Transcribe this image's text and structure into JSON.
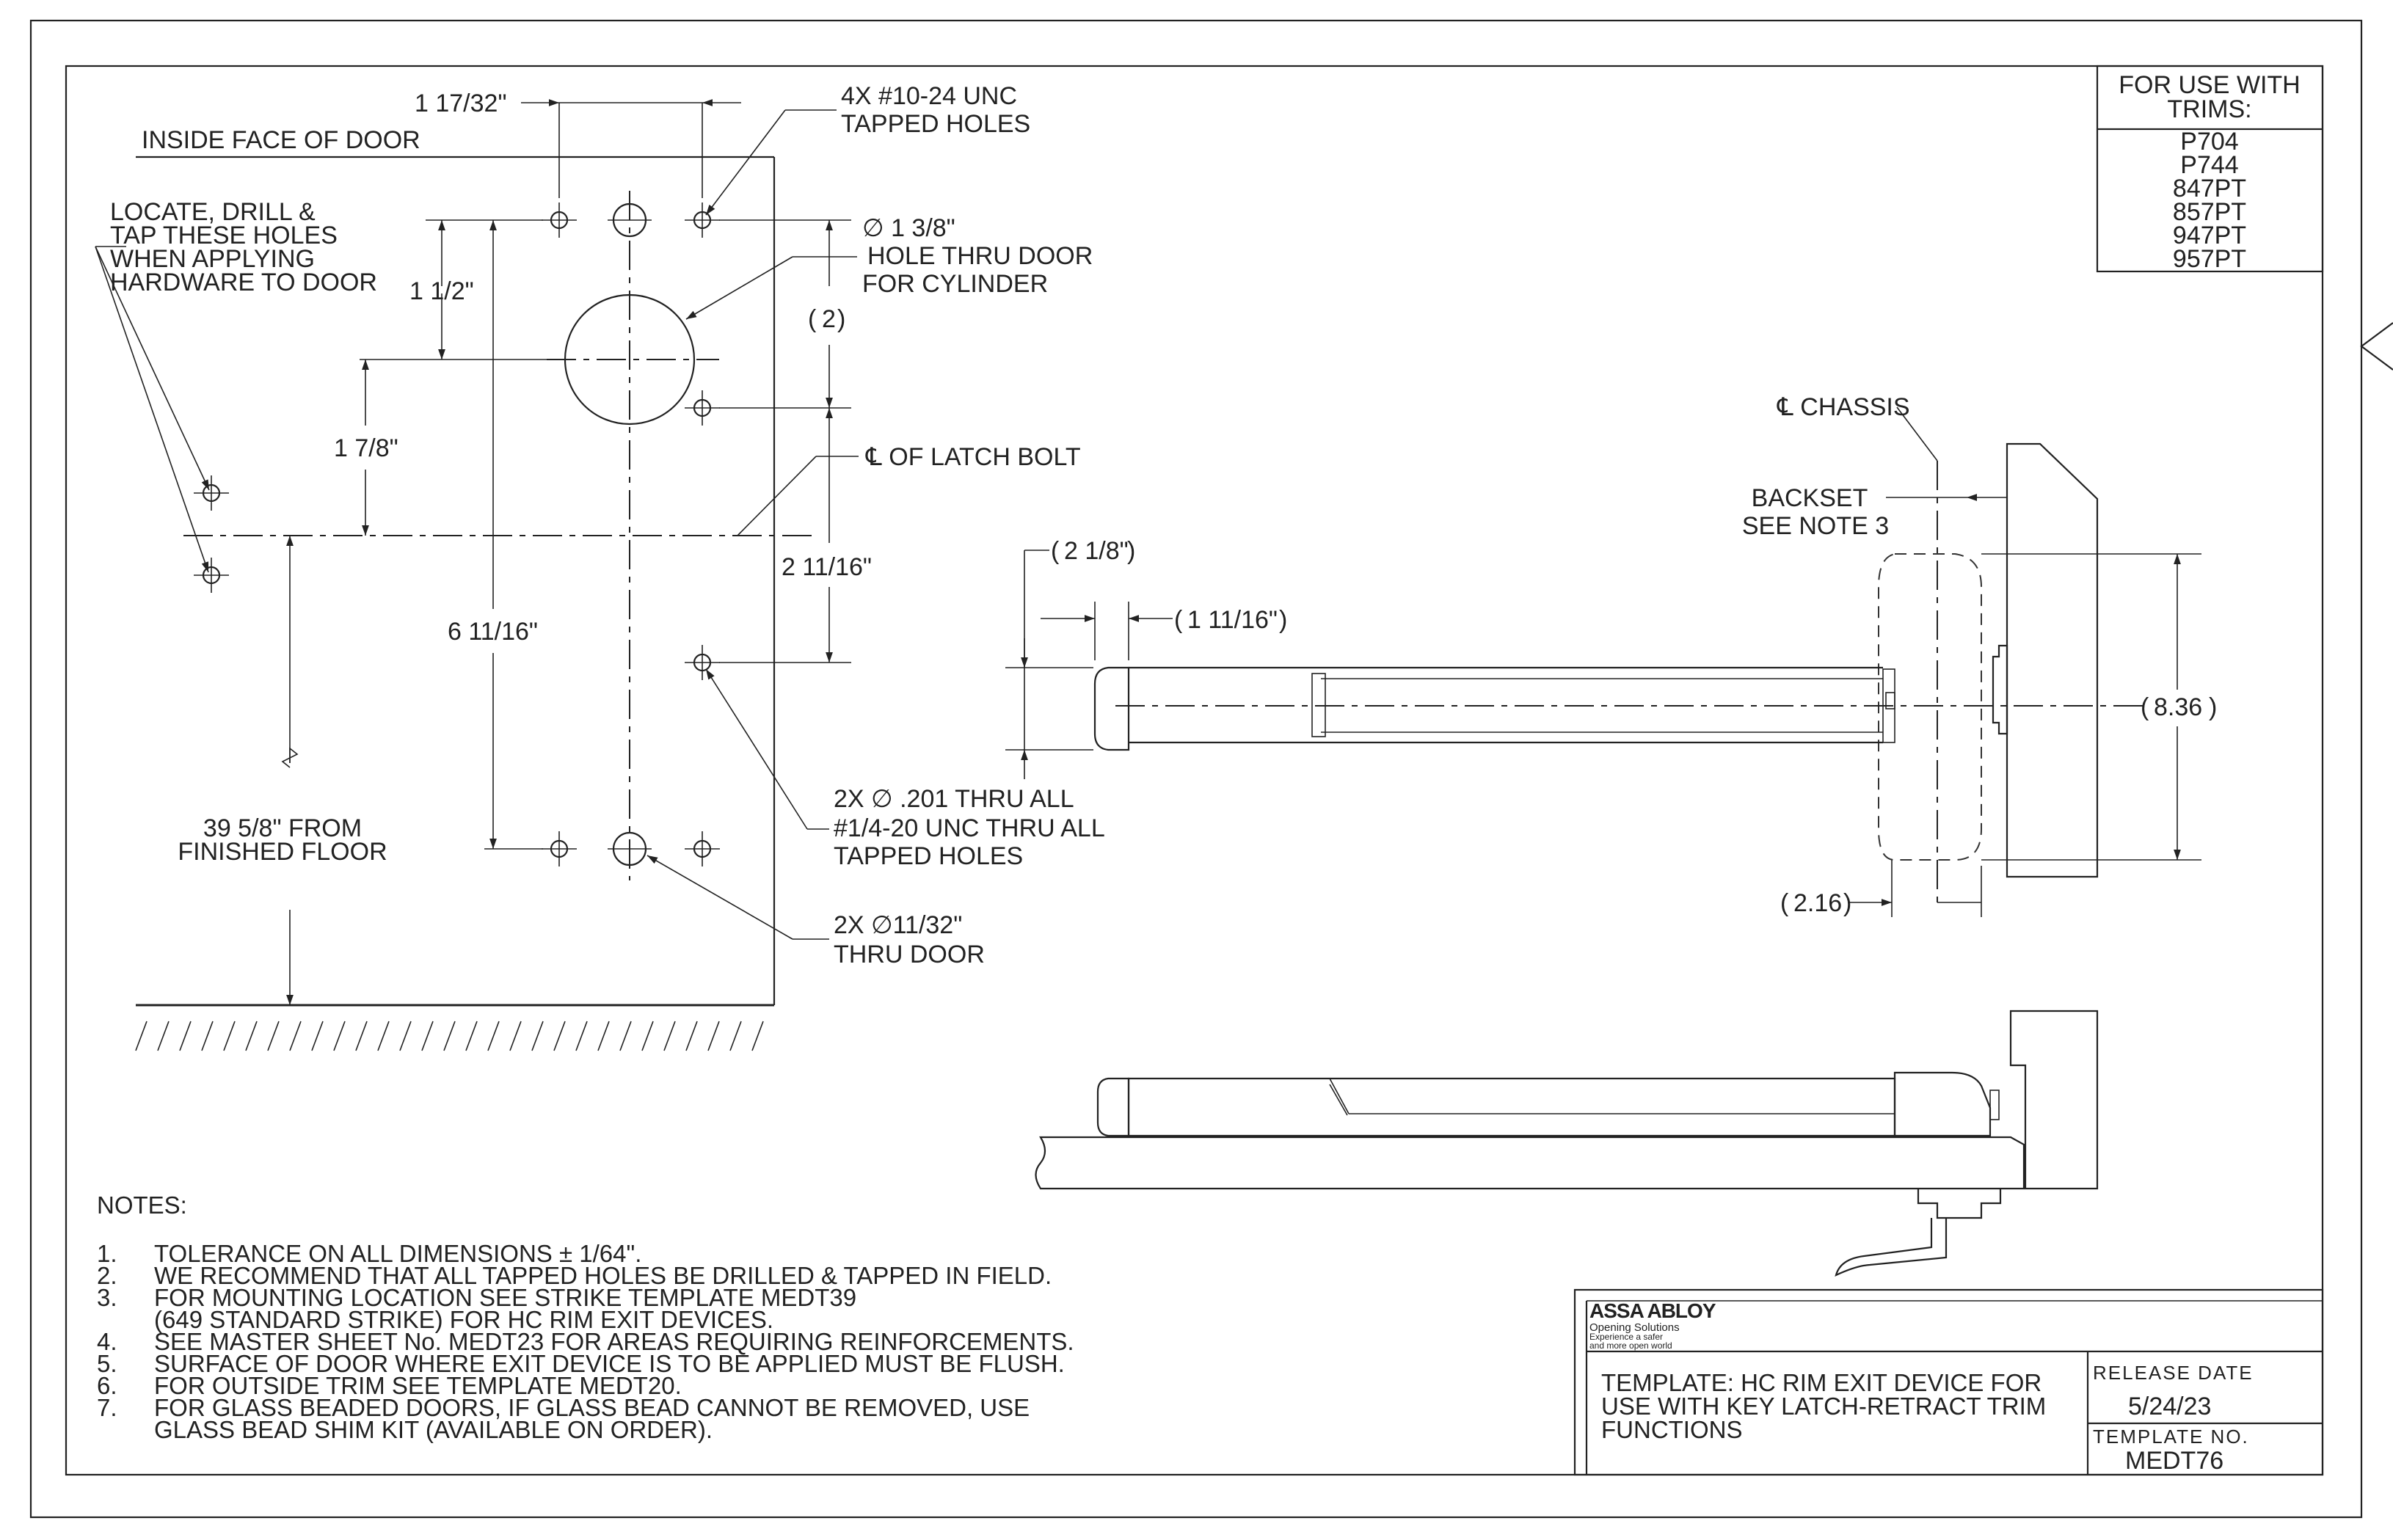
{
  "trims_box": {
    "header": [
      "FOR USE WITH",
      "TRIMS:"
    ],
    "items": [
      "P704",
      "P744",
      "847PT",
      "857PT",
      "947PT",
      "957PT"
    ]
  },
  "front_view": {
    "inside_face": "INSIDE FACE OF DOOR",
    "locate_note": [
      "LOCATE, DRILL &",
      "TAP THESE HOLES",
      "WHEN APPLYING",
      "HARDWARE TO DOOR"
    ],
    "dim_1_17_32": "1 17/32\"",
    "dim_1_1_2": "1 1/2\"",
    "dim_1_7_8": "1 7/8\"",
    "dim_6_11_16": "6 11/16\"",
    "dim_2": "2",
    "dim_2_11_16": "2 11/16\"",
    "tapped_holes": [
      "4X #10-24 UNC",
      "TAPPED HOLES"
    ],
    "cylinder_hole": [
      "∅ 1 3/8\"",
      "HOLE THRU DOOR",
      "FOR CYLINDER"
    ],
    "latch_bolt": "℄ OF LATCH BOLT",
    "thru_all": [
      "2X ∅ .201 THRU ALL",
      "#1/4-20 UNC  THRU ALL",
      "TAPPED HOLES"
    ],
    "thru_door": [
      "2X ∅11/32\"",
      "THRU DOOR"
    ],
    "floor": [
      "39 5/8\" FROM",
      "FINISHED FLOOR"
    ]
  },
  "side_view": {
    "chassis": "℄ CHASSIS",
    "backset": [
      "BACKSET",
      "SEE NOTE 3"
    ],
    "dim_2_1_8": "2 1/8\"",
    "dim_1_11_16": "1 11/16\"",
    "dim_8_36": "8.36",
    "dim_2_16": "2.16"
  },
  "notes": {
    "heading": "NOTES:",
    "lines": [
      {
        "num": "1.",
        "text": "TOLERANCE ON ALL DIMENSIONS ± 1/64\"."
      },
      {
        "num": "2.",
        "text": "WE RECOMMEND THAT ALL TAPPED HOLES BE DRILLED & TAPPED IN FIELD."
      },
      {
        "num": "3.",
        "text": "FOR MOUNTING LOCATION SEE STRIKE TEMPLATE MEDT39"
      },
      {
        "num": "",
        "text": "(649 STANDARD STRIKE) FOR HC RIM EXIT DEVICES."
      },
      {
        "num": "4.",
        "text": "SEE MASTER SHEET No. MEDT23 FOR AREAS REQUIRING REINFORCEMENTS."
      },
      {
        "num": "5.",
        "text": "SURFACE OF DOOR WHERE EXIT DEVICE IS TO BE APPLIED MUST BE FLUSH."
      },
      {
        "num": "6.",
        "text": "FOR OUTSIDE TRIM SEE TEMPLATE MEDT20."
      },
      {
        "num": "7.",
        "text": "FOR GLASS BEADED DOORS, IF GLASS BEAD CANNOT BE REMOVED, USE"
      },
      {
        "num": "",
        "text": "GLASS BEAD SHIM KIT (AVAILABLE ON ORDER)."
      }
    ]
  },
  "title_block": {
    "brand": "ASSA ABLOY",
    "division": "Opening Solutions",
    "tagline": [
      "Experience a safer",
      "and more open world"
    ],
    "template_title": [
      "TEMPLATE: HC RIM EXIT DEVICE FOR",
      "USE WITH KEY LATCH-RETRACT TRIM",
      "FUNCTIONS"
    ],
    "release_label": "RELEASE DATE",
    "release_date": "5/24/23",
    "template_label": "TEMPLATE NO.",
    "template_no": "MEDT76"
  }
}
